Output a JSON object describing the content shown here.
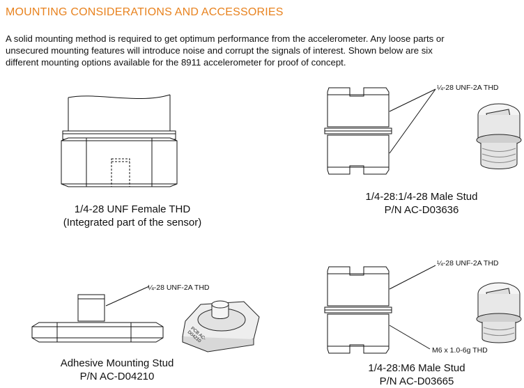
{
  "heading": "MOUNTING CONSIDERATIONS AND ACCESSORIES",
  "intro_lines": [
    "A solid mounting method is required to get optimum performance from the accelerometer.  Any loose parts or",
    "unsecured mounting features will introduce noise and corrupt the signals of interest.  Shown below are six",
    "different mounting options available for the 8911 accelerometer for proof of concept."
  ],
  "figures": {
    "female_thd": {
      "caption_lines": [
        "1/4-28 UNF Female THD",
        "(Integrated part of the sensor)"
      ]
    },
    "male_stud_1": {
      "callout": "¼-28 UNF-2A THD",
      "caption_lines": [
        "1/4-28:1/4-28 Male Stud",
        "P/N AC-D03636"
      ]
    },
    "adhesive_stud": {
      "callout": "¼-28 UNF-2A THD",
      "part_marking": "PCB AC-D04210",
      "caption_lines": [
        "Adhesive Mounting Stud",
        "P/N AC-D04210"
      ]
    },
    "male_stud_2": {
      "callout_top": "¼-28 UNF-2A THD",
      "callout_bottom": "M6 x 1.0-6g THD",
      "caption_lines": [
        "1/4-28:M6 Male Stud",
        "P/N AC-D03665"
      ]
    }
  }
}
